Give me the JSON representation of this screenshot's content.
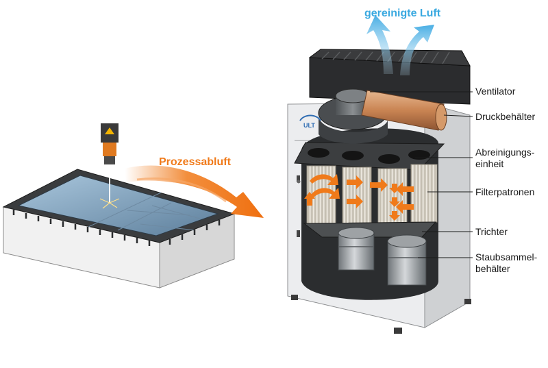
{
  "headings": {
    "process_air": "Prozessabluft",
    "clean_air": "gereinigte Luft"
  },
  "components": [
    {
      "id": "fan",
      "line1": "Ventilator",
      "line2": ""
    },
    {
      "id": "pressure_tank",
      "line1": "Druckbehälter",
      "line2": ""
    },
    {
      "id": "cleaning_unit",
      "line1": "Abreinigungs-",
      "line2": "einheit"
    },
    {
      "id": "filter_cartridges",
      "line1": "Filterpatronen",
      "line2": ""
    },
    {
      "id": "hopper",
      "line1": "Trichter",
      "line2": ""
    },
    {
      "id": "dust_bins",
      "line1": "Staubsammel-",
      "line2": "behälter"
    }
  ],
  "logo_text": "ULT",
  "colors": {
    "process_arrow": "#f07a1a",
    "clean_air_arrow": "#3aa9e0",
    "cabinet": "#ecedef",
    "dark": "#2a2a2a"
  }
}
